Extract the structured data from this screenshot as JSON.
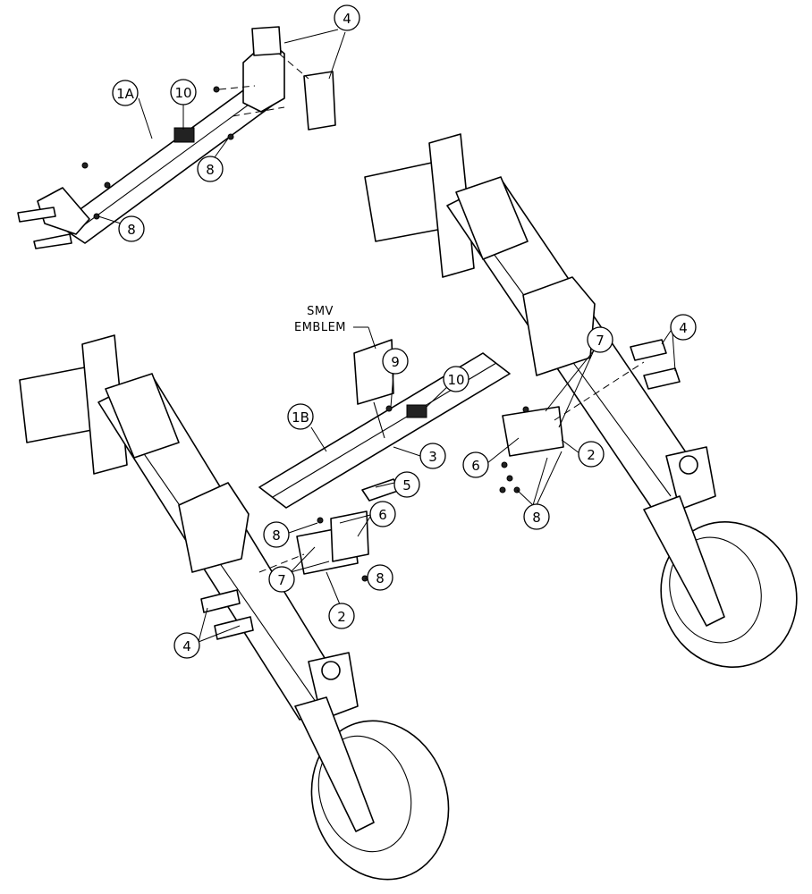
{
  "labels": {
    "smv_line1": "SMV",
    "smv_line2": "EMBLEM"
  },
  "callouts": {
    "c_1a": "1A",
    "c_1b": "1B",
    "c_2": "2",
    "c_3": "3",
    "c_4": "4",
    "c_5": "5",
    "c_6": "6",
    "c_7": "7",
    "c_8": "8",
    "c_9": "9",
    "c_10": "10"
  }
}
